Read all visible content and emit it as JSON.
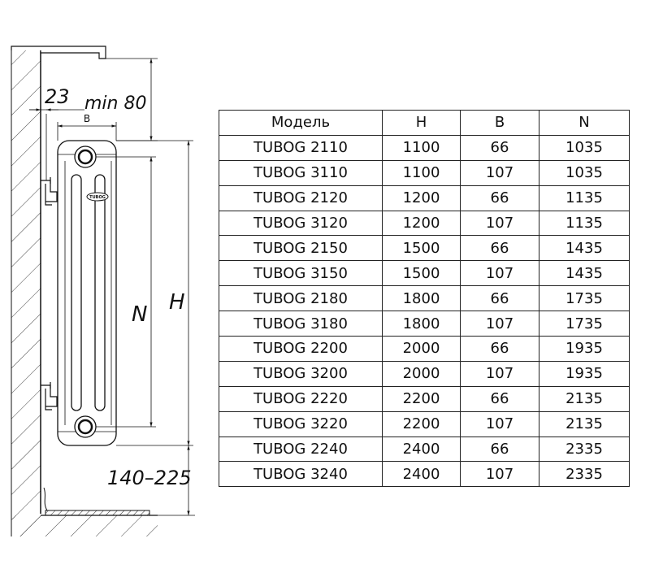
{
  "drawing": {
    "dim_wall_gap": "23",
    "dim_min_top": "min 80",
    "dim_depth": "B",
    "dim_axis": "N",
    "dim_height": "H",
    "dim_floor": "140–225",
    "logo_text": "TUBOG"
  },
  "table": {
    "headers": [
      "Модель",
      "H",
      "B",
      "N"
    ],
    "rows": [
      [
        "TUBOG 2110",
        "1100",
        "66",
        "1035"
      ],
      [
        "TUBOG 3110",
        "1100",
        "107",
        "1035"
      ],
      [
        "TUBOG 2120",
        "1200",
        "66",
        "1135"
      ],
      [
        "TUBOG 3120",
        "1200",
        "107",
        "1135"
      ],
      [
        "TUBOG 2150",
        "1500",
        "66",
        "1435"
      ],
      [
        "TUBOG 3150",
        "1500",
        "107",
        "1435"
      ],
      [
        "TUBOG 2180",
        "1800",
        "66",
        "1735"
      ],
      [
        "TUBOG 3180",
        "1800",
        "107",
        "1735"
      ],
      [
        "TUBOG 2200",
        "2000",
        "66",
        "1935"
      ],
      [
        "TUBOG 3200",
        "2000",
        "107",
        "1935"
      ],
      [
        "TUBOG 2220",
        "2200",
        "66",
        "2135"
      ],
      [
        "TUBOG 3220",
        "2200",
        "107",
        "2135"
      ],
      [
        "TUBOG 2240",
        "2400",
        "66",
        "2335"
      ],
      [
        "TUBOG 3240",
        "2400",
        "107",
        "2335"
      ]
    ]
  }
}
